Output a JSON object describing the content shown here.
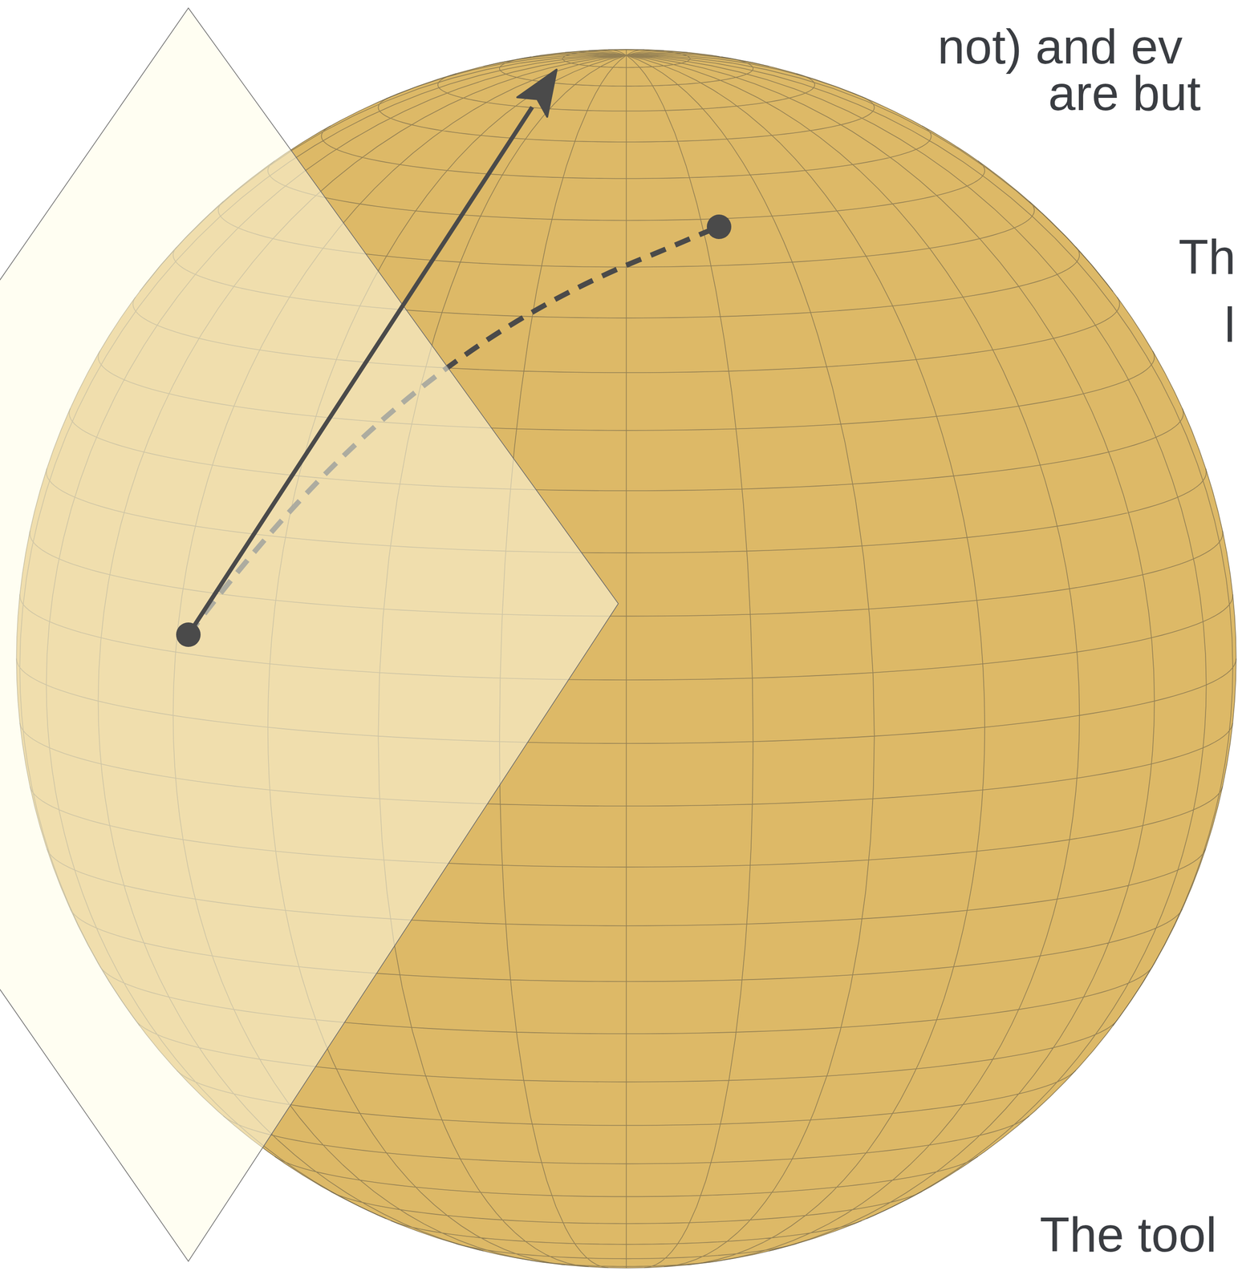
{
  "diagram": {
    "labels": [
      "not) and ev",
      "are but",
      "Th",
      "l",
      "The tool"
    ]
  }
}
